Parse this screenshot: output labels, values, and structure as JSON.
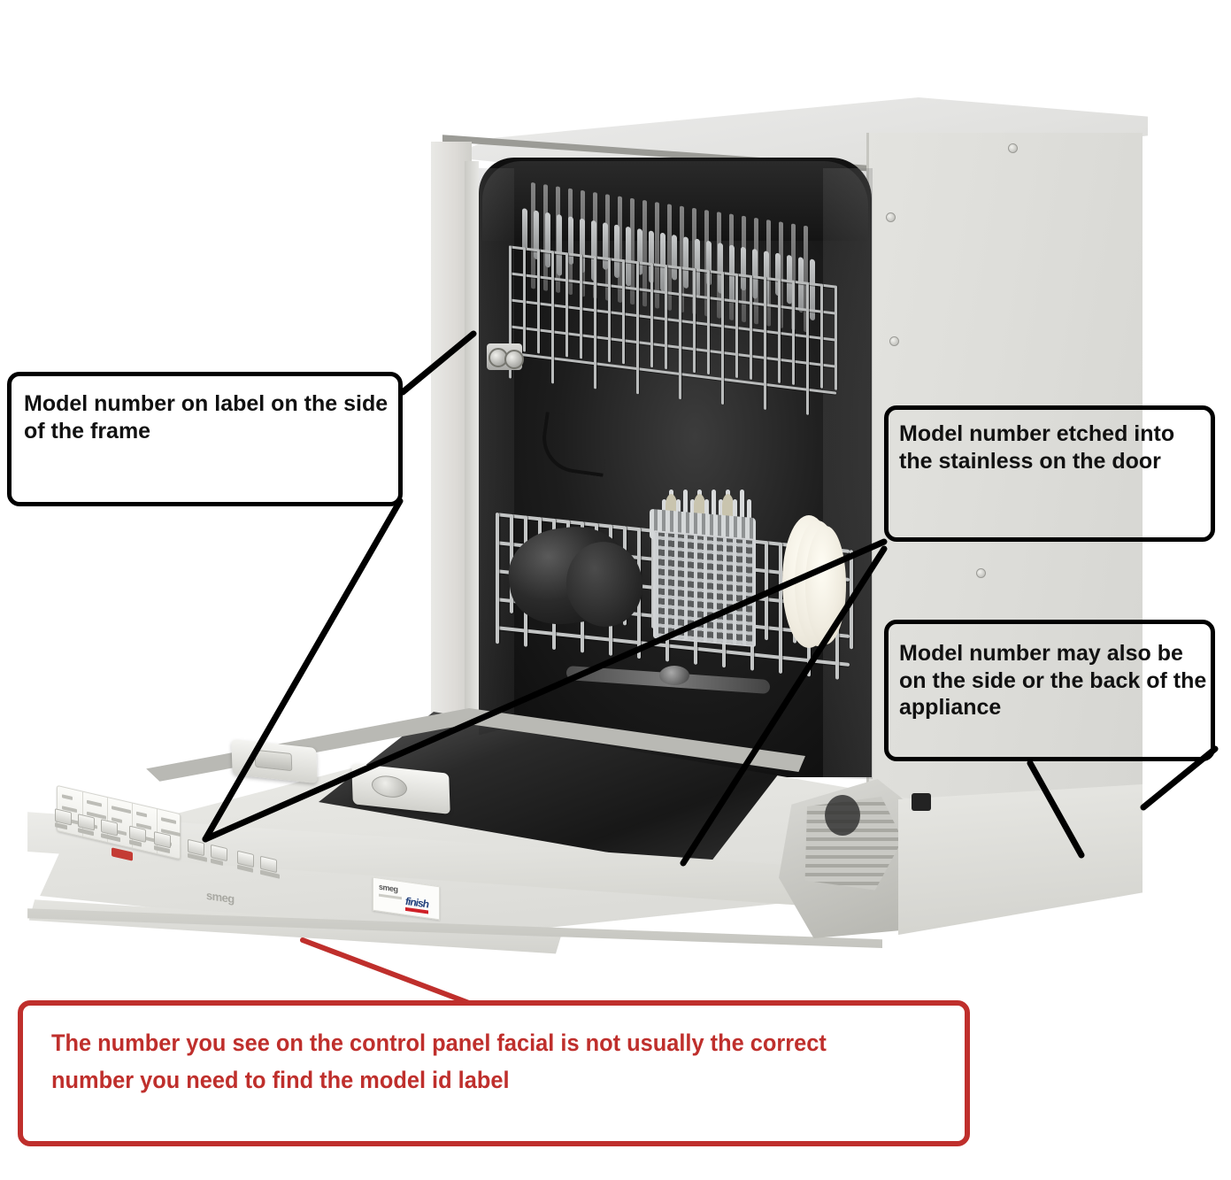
{
  "image": {
    "subject": "smeg integrated dishwasher, door open, annotated diagram showing where to find the model number",
    "background_color": "#ffffff"
  },
  "appliance": {
    "brand_front_label": "smeg",
    "door_sticker": {
      "brand": "smeg",
      "partner_logo": "finish"
    },
    "colors": {
      "cabinet_side": "#dcdcd8",
      "tub_interior": "#141414",
      "rack_wire": "#c3c5c5",
      "door_face": "#e6e6e2",
      "plate_cream": "#f0ece0"
    }
  },
  "callouts": [
    {
      "id": "frame",
      "text": "Model number on label on the side of the frame",
      "border_color": "#000000",
      "text_color": "#111111",
      "position": "left-upper"
    },
    {
      "id": "door",
      "text": "Model number etched into the stainless on the door",
      "border_color": "#000000",
      "text_color": "#111111",
      "position": "right-upper"
    },
    {
      "id": "side",
      "text": "Model number may also be on the side or the back of the appliance",
      "border_color": "#000000",
      "text_color": "#111111",
      "position": "right-middle"
    }
  ],
  "warning": {
    "text": "The number you see on the control panel facial is not usually the correct number you need to find the model id label",
    "border_color": "#bf2f2c",
    "text_color": "#bf2f2c",
    "leader_color": "#bf2f2c"
  }
}
